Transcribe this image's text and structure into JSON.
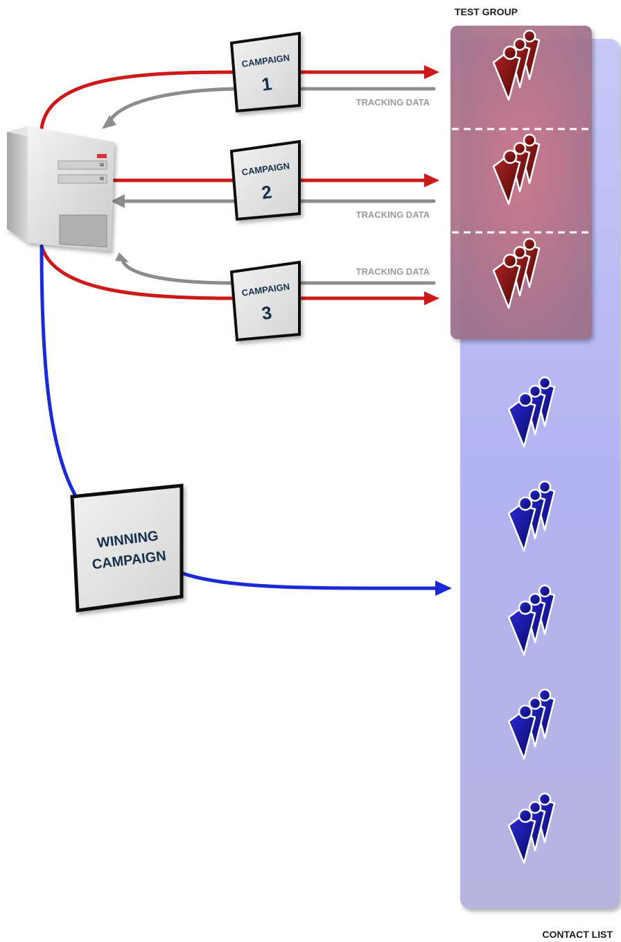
{
  "test_group_label": "TEST GROUP",
  "contact_list_label": "CONTACT LIST",
  "tracking_label": "TRACKING DATA",
  "campaigns": [
    {
      "title": "CAMPAIGN",
      "number": "1"
    },
    {
      "title": "CAMPAIGN",
      "number": "2"
    },
    {
      "title": "CAMPAIGN",
      "number": "3"
    }
  ],
  "winning": {
    "line1": "WINNING",
    "line2": "CAMPAIGN"
  },
  "icons": {
    "server": "server-icon",
    "group": "people-group-icon"
  },
  "colors": {
    "send_line": "#cc1a1a",
    "tracking_line": "#8c8c8c",
    "winning_line": "#1a2ad6",
    "contact_panel": "#b3b5f3",
    "test_panel": "#b4757e",
    "red_people": "#8a1212",
    "blue_people": "#13139e"
  }
}
